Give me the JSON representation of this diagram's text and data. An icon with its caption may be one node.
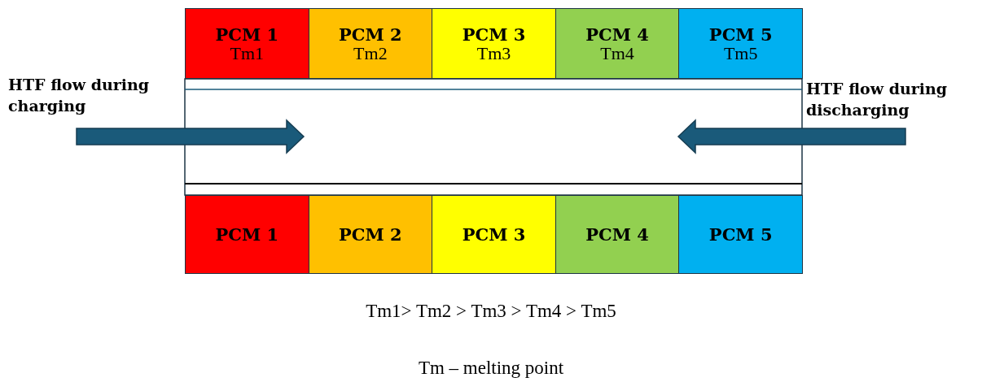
{
  "diagram": {
    "nodes": [
      {
        "text": [
          "PCM 1",
          "Tm1"
        ]
      },
      {
        "text": [
          "PCM 2",
          "Tm2"
        ]
      },
      {
        "text": [
          "PCM 3",
          "Tm3"
        ]
      },
      {
        "text": [
          "PCM 4",
          "Tm4"
        ]
      },
      {
        "text": [
          "PCM 5",
          "Tm5"
        ]
      },
      {
        "text": [
          "PCM 1"
        ]
      },
      {
        "text": [
          "PCM 2"
        ]
      },
      {
        "text": [
          "PCM 3"
        ]
      },
      {
        "text": [
          "PCM 4"
        ]
      },
      {
        "text": [
          "PCM 5"
        ]
      }
    ],
    "labels": [
      "HTF flow during charging",
      "HTF flow during discharging",
      "Tm1> Tm2 > Tm3 > Tm4 > Tm5",
      "Tm – melting point"
    ]
  }
}
